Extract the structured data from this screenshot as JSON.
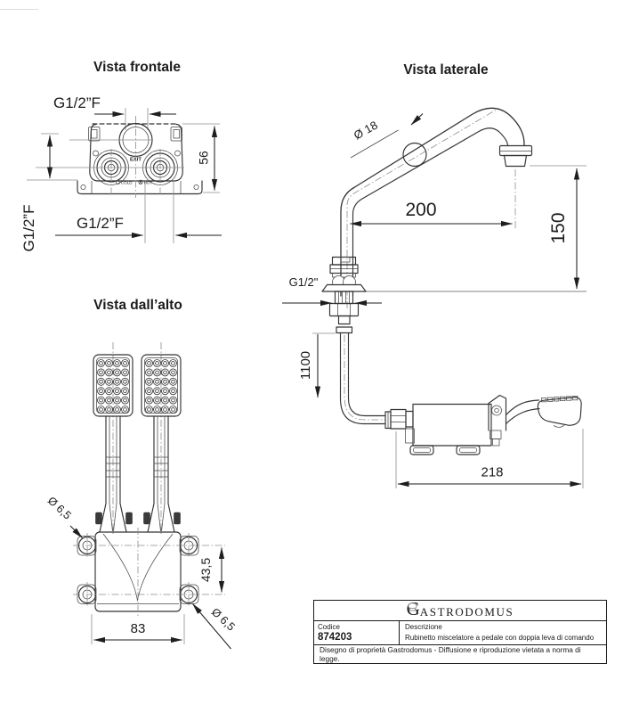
{
  "colors": {
    "line": "#333333",
    "dim_text": "#1b1b1b",
    "center_line": "#8d8d8d",
    "background": "#ffffff"
  },
  "views": {
    "front": {
      "title": "Vista frontale",
      "labels": {
        "thread_top": "G1/2”F",
        "thread_left": "G1/2”F",
        "thread_bottom": "G1/2”F",
        "height": "56",
        "exit": "EXIT",
        "cold": "COLD",
        "hot": "HOT"
      }
    },
    "top": {
      "title": "Vista dall’alto",
      "labels": {
        "hole_left": "Ø 6,5",
        "hole_right": "Ø 6,5",
        "depth": "43,5",
        "width": "83"
      }
    },
    "side": {
      "title": "Vista laterale",
      "labels": {
        "pipe_dia": "Ø 18",
        "reach": "200",
        "spout_height": "150",
        "thread": "G1/2\"",
        "hose_length": "1100",
        "body_length": "218"
      }
    }
  },
  "title_block": {
    "brand_initial": "G",
    "brand_rest": "ASTRODOMUS",
    "code_label": "Codice",
    "code_value": "874203",
    "desc_label": "Descrizione",
    "desc_value": "Rubinetto miscelatore a pedale con doppia leva di comando",
    "footer": "Disegno di proprietà Gastrodomus -  Diffusione e riproduzione vietata a norma di legge."
  }
}
